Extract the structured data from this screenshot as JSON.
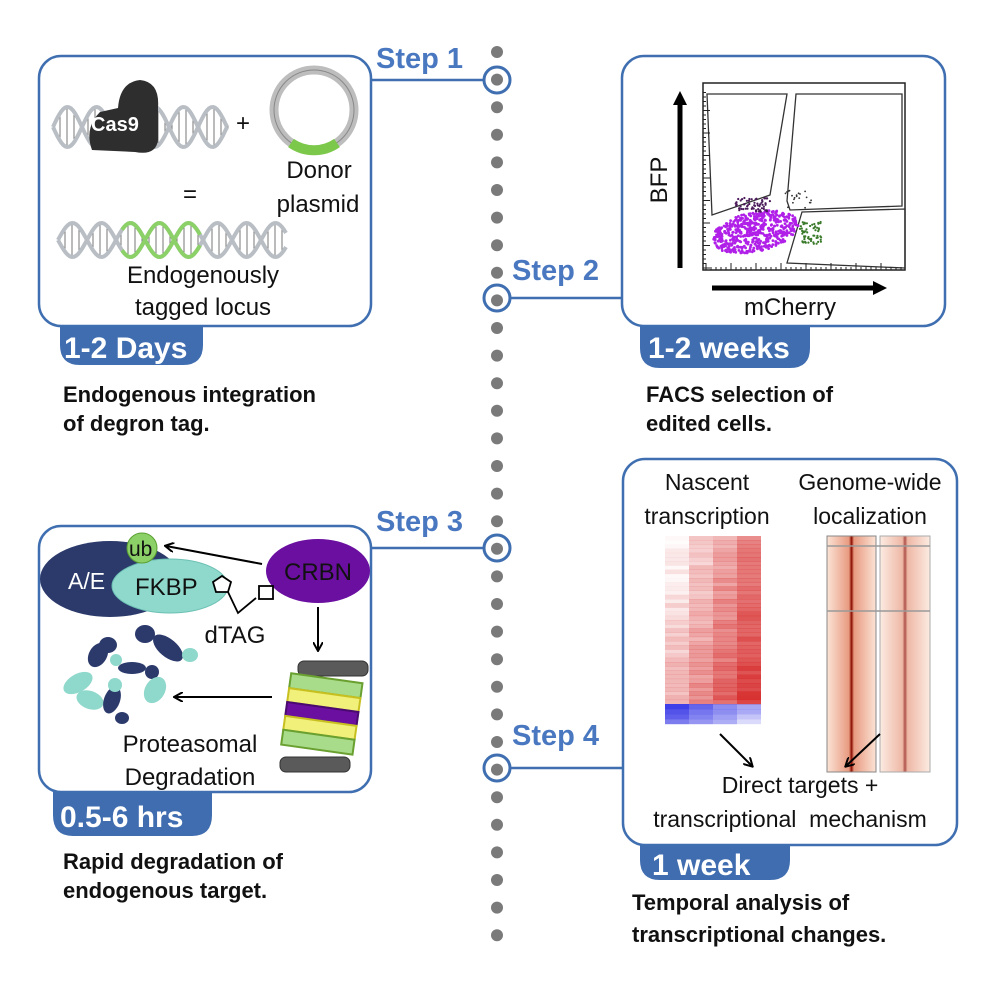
{
  "colors": {
    "accent": "#4a78c0",
    "box_border": "#3f6fb0",
    "timeline_dot": "#7a7a7a",
    "cas9": "#2e2e2e",
    "donor_green": "#7cc84a",
    "ae": "#2b3a6b",
    "fkbp": "#8fd8cc",
    "ub": "#8cd068",
    "crbn": "#6a0fa0",
    "facs_purple": "#b020e8",
    "facs_green": "#3a7a2a"
  },
  "steps": [
    {
      "label": "Step 1",
      "duration": "1-2 Days",
      "description": [
        "Endogenous integration",
        "of degron tag."
      ],
      "panel": {
        "cas9": "Cas9",
        "plus": "+",
        "equals": "=",
        "donor": [
          "Donor",
          "plasmid"
        ],
        "result": [
          "Endogenously",
          "tagged locus"
        ]
      }
    },
    {
      "label": "Step 2",
      "duration": "1-2 weeks",
      "description": [
        "FACS selection of",
        "edited cells."
      ],
      "panel": {
        "y_axis": "BFP",
        "x_axis": "mCherry"
      }
    },
    {
      "label": "Step 3",
      "duration": "0.5-6 hrs",
      "description": [
        "Rapid degradation of",
        "endogenous target."
      ],
      "panel": {
        "target": "A/E",
        "tag": "FKBP",
        "ub": "ub",
        "ligase": "CRBN",
        "degrader": "dTAG",
        "process": [
          "Proteasomal",
          "Degradation"
        ]
      }
    },
    {
      "label": "Step 4",
      "duration": "1 week",
      "description": [
        "Temporal analysis of",
        "transcriptional changes."
      ],
      "panel": {
        "left_title": [
          "Nascent",
          "transcription"
        ],
        "right_title": [
          "Genome-wide",
          "localization"
        ],
        "conclusion": [
          "Direct targets +",
          "transcriptional  mechanism"
        ]
      }
    }
  ]
}
